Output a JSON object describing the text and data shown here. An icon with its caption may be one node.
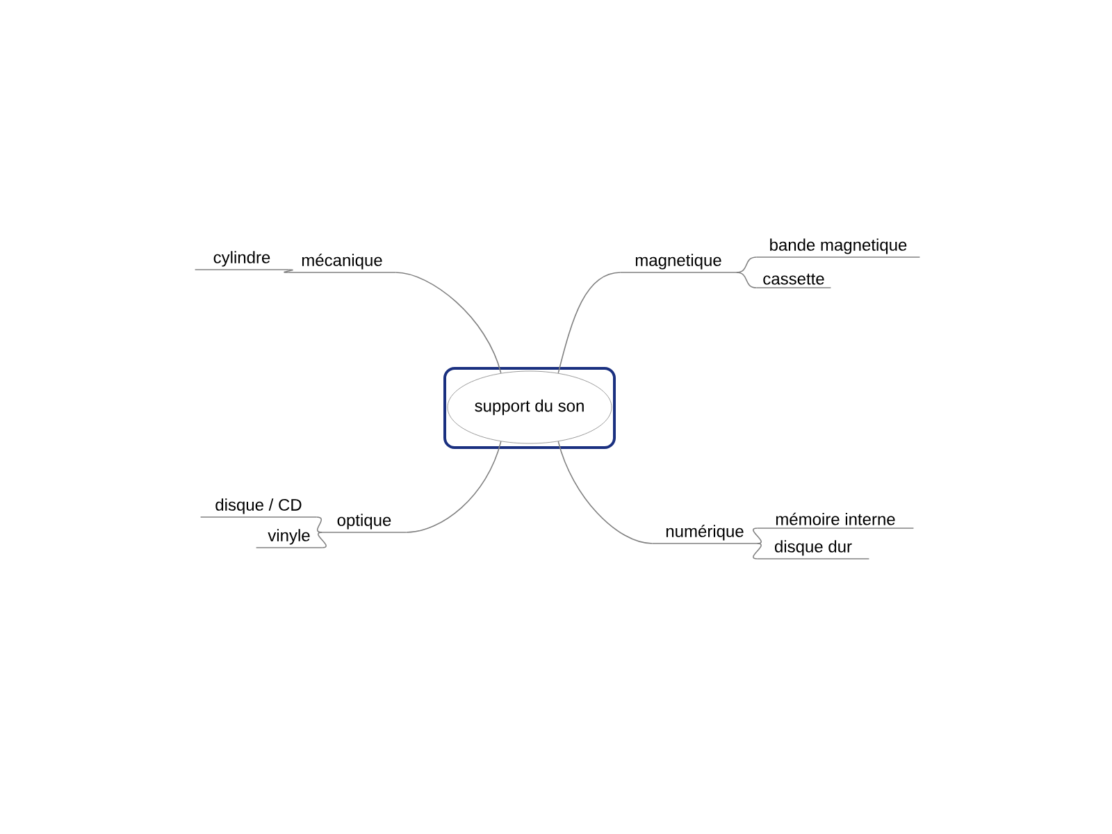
{
  "diagram": {
    "nodes": [
      {
        "text": [
          "support du son"
        ]
      },
      {
        "text": [
          "mécanique"
        ]
      },
      {
        "text": [
          "cylindre"
        ]
      },
      {
        "text": [
          "magnetique"
        ]
      },
      {
        "text": [
          "bande magnetique"
        ]
      },
      {
        "text": [
          "cassette"
        ]
      },
      {
        "text": [
          "optique"
        ]
      },
      {
        "text": [
          "disque / CD"
        ]
      },
      {
        "text": [
          "vinyle"
        ]
      },
      {
        "text": [
          "numérique"
        ]
      },
      {
        "text": [
          "mémoire interne"
        ]
      },
      {
        "text": [
          "disque dur"
        ]
      }
    ],
    "edges": [
      {
        "from": 0,
        "to": 1,
        "arrow": "none"
      },
      {
        "from": 1,
        "to": 2,
        "arrow": "none"
      },
      {
        "from": 0,
        "to": 3,
        "arrow": "none"
      },
      {
        "from": 3,
        "to": 4,
        "arrow": "none"
      },
      {
        "from": 3,
        "to": 5,
        "arrow": "none"
      },
      {
        "from": 0,
        "to": 6,
        "arrow": "none"
      },
      {
        "from": 6,
        "to": 7,
        "arrow": "none"
      },
      {
        "from": 6,
        "to": 8,
        "arrow": "none"
      },
      {
        "from": 0,
        "to": 9,
        "arrow": "none"
      },
      {
        "from": 9,
        "to": 10,
        "arrow": "none"
      },
      {
        "from": 9,
        "to": 11,
        "arrow": "none"
      }
    ]
  }
}
